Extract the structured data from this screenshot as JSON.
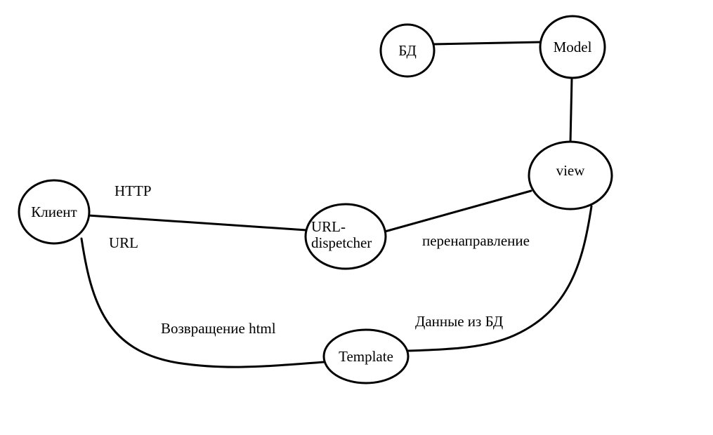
{
  "diagram": {
    "nodes": {
      "db": {
        "label": "БД"
      },
      "model": {
        "label": "Model"
      },
      "view": {
        "label": "view"
      },
      "client": {
        "label": "Клиент"
      },
      "dispatcher": {
        "label_line1": "URL-",
        "label_line2": "dispetcher"
      },
      "template": {
        "label": "Template"
      }
    },
    "edge_labels": {
      "http": "HTTP",
      "url": "URL",
      "redirect": "перенаправление",
      "return_html": "Возвращение html",
      "db_data": "Данные из БД"
    },
    "connections": [
      {
        "from": "БД",
        "to": "Model"
      },
      {
        "from": "Model",
        "to": "view"
      },
      {
        "from": "view",
        "to": "URL-dispetcher",
        "label": "перенаправление"
      },
      {
        "from": "Клиент",
        "to": "URL-dispetcher",
        "labels": [
          "HTTP",
          "URL"
        ]
      },
      {
        "from": "Клиент",
        "to": "Template",
        "label": "Возвращение html"
      },
      {
        "from": "view",
        "to": "Template",
        "label": "Данные из БД"
      }
    ]
  }
}
